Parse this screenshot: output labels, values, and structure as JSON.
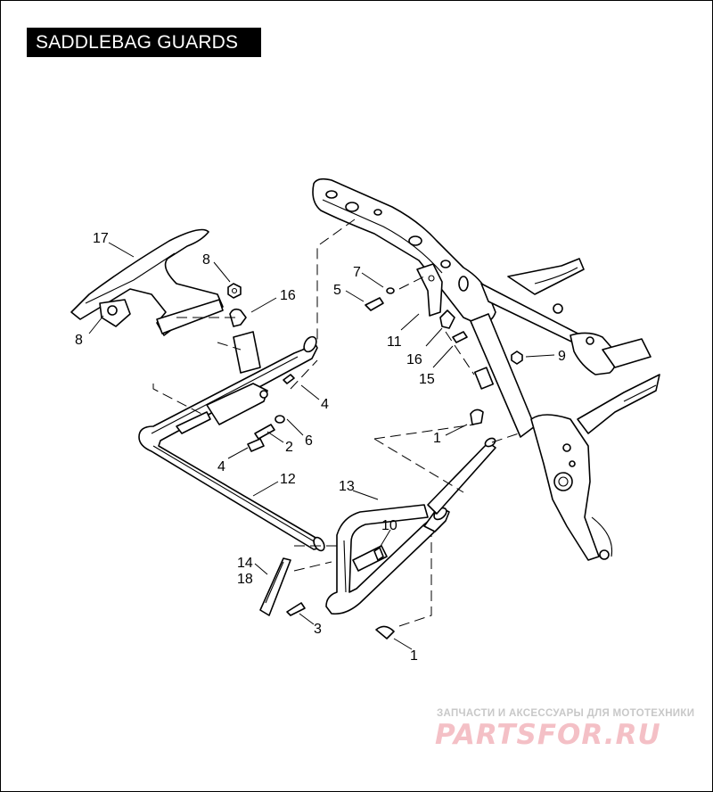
{
  "header": {
    "title": "SADDLEBAG GUARDS"
  },
  "callouts": {
    "c17": "17",
    "c8a": "8",
    "c8b": "8",
    "c16a": "16",
    "c7": "7",
    "c5": "5",
    "c11": "11",
    "c16b": "16",
    "c15": "15",
    "c9": "9",
    "c4a": "4",
    "c6": "6",
    "c2": "2",
    "c4b": "4",
    "c1a": "1",
    "c12": "12",
    "c13": "13",
    "c10": "10",
    "c14": "14",
    "c18": "18",
    "c3": "3",
    "c1b": "1"
  },
  "watermark": {
    "tagline": "ЗАПЧАСТИ И АКСЕССУАРЫ ДЛЯ МОТОТЕХНИКИ",
    "brand": "PARTSFOR.RU"
  },
  "colors": {
    "ink": "#000000",
    "watermark_text": "#c8c8c8",
    "watermark_brand": "#f4c0c6"
  }
}
